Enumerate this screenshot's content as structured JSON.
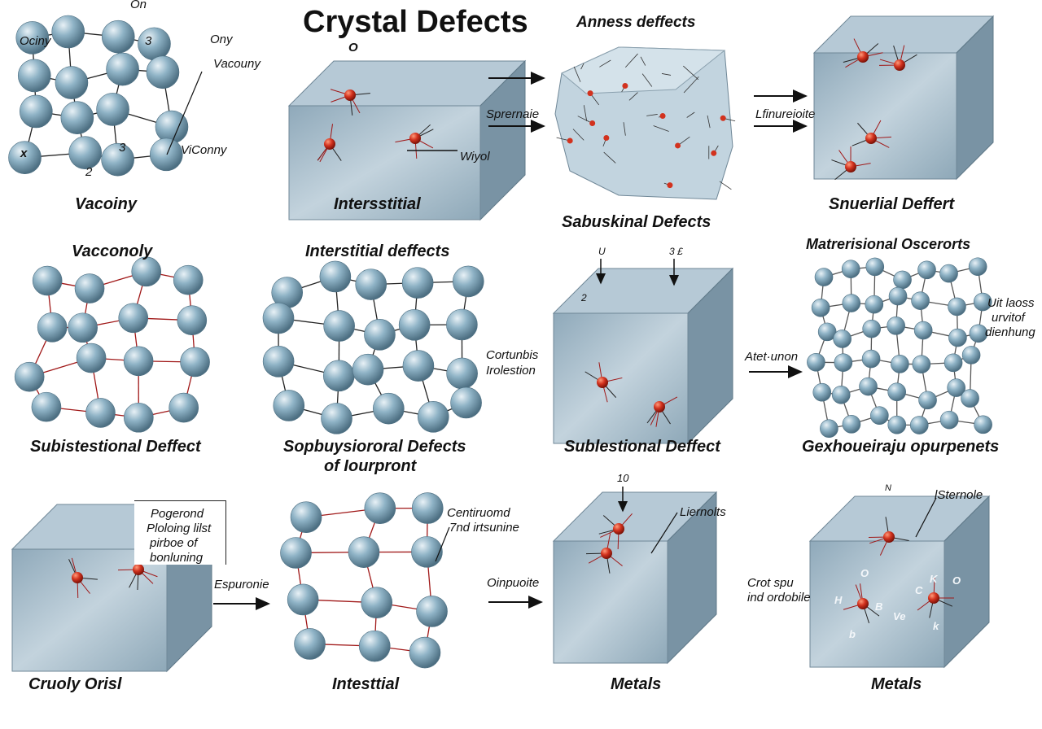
{
  "title": "Crystal Defects",
  "colors": {
    "atom": "#8fb3c6",
    "block": "#9fb8c8",
    "defect": "#d2321e",
    "bond": "#a01818"
  },
  "panels": [
    {
      "caption": "Vacoiny",
      "labels": [
        "On",
        "Ociny",
        "Ony",
        "Vacouny",
        "ViConny",
        "x",
        "3",
        "3",
        "2"
      ]
    },
    {
      "caption": "Intersstitial",
      "labels": [
        "O",
        "Wiyol"
      ]
    },
    {
      "caption": "Sabuskinal Defects",
      "labels": [
        "Anness deffects",
        "Sprernaie"
      ]
    },
    {
      "caption": "Snuerlial Deffert",
      "labels": [
        "Lfinureioite"
      ]
    },
    {
      "caption": "Subistestional Deffect",
      "labels": [
        "Vacconoly"
      ]
    },
    {
      "caption": "Sopbuysiororal Defects",
      "caption2": "of Iourpront",
      "labels": [
        "Interstitial deffects"
      ]
    },
    {
      "caption": "Sublestional Deffect",
      "labels": [
        "Cortunbis",
        "Irolestion",
        "U",
        "3 £",
        "2"
      ]
    },
    {
      "caption": "Gexhoueiraju opurpenets",
      "labels": [
        "Matrerisional Oscerorts",
        "Atet·unon",
        "Uit laoss",
        "urvitof",
        "dienhung"
      ]
    },
    {
      "caption": "Cruoly Orisl",
      "labels": [
        "Pogerond",
        "Ploloing lilst",
        "pirboe of",
        "bonluning"
      ]
    },
    {
      "caption": "Intesttial",
      "labels": [
        "Espuronie",
        "Centiruomd",
        "7nd irtsunine"
      ]
    },
    {
      "caption": "Metals",
      "labels": [
        "Oinpuoite",
        "Liernolts",
        "10"
      ]
    },
    {
      "caption": "Metals",
      "labels": [
        "Crot spu",
        "ind ordobile",
        "N",
        "lSternole",
        "O",
        "H",
        "B",
        "Ve",
        "b",
        "C",
        "K",
        "O",
        "k"
      ]
    }
  ]
}
